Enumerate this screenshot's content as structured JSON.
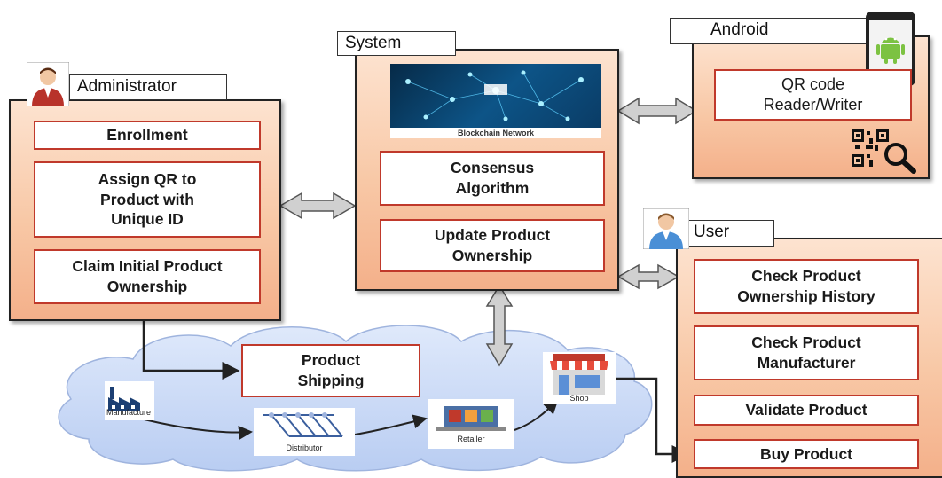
{
  "admin": {
    "title": "Administrator",
    "enroll": "Enrollment",
    "assign": "Assign QR to\nProduct  with\nUnique ID",
    "claim": "Claim Initial Product\nOwnership"
  },
  "system": {
    "title": "System",
    "blockchain_caption": "Blockchain Network",
    "consensus": "Consensus\nAlgorithm",
    "update": "Update Product\nOwnership"
  },
  "android": {
    "title": "Android",
    "qr": "QR code\nReader/Writer"
  },
  "user": {
    "title": "User",
    "history": "Check Product\nOwnership History",
    "manufacturer": "Check Product\nManufacturer",
    "validate": "Validate Product",
    "buy": "Buy Product"
  },
  "supply_chain": {
    "shipping": "Product\nShipping",
    "manufacturer": "Manufacture",
    "distributor": "Distributor",
    "retailer": "Retailer",
    "shop": "Shop"
  },
  "colors": {
    "panel_gradient": [
      "#fde3d0",
      "#f4b08a"
    ],
    "box_border": "#c0392b",
    "cloud": "#c9daf8",
    "arrow_fill": "#d0d0d0"
  }
}
